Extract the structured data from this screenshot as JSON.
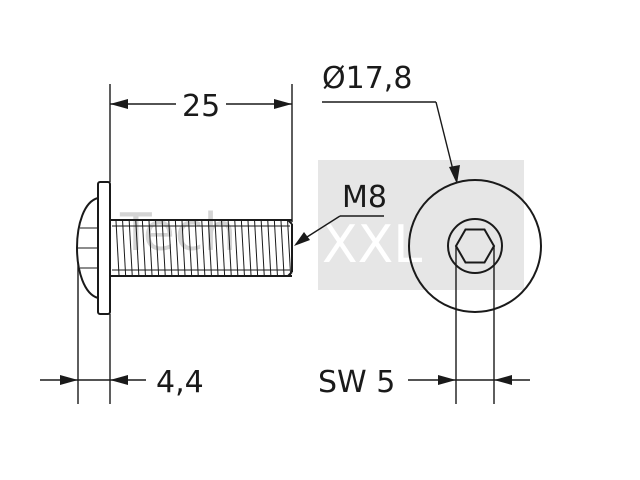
{
  "watermark": {
    "prefix": "Tech",
    "suffix": "XXL"
  },
  "dimensions": {
    "length": "25",
    "diameter": "Ø17,8",
    "thread": "M8",
    "head_height": "4,4",
    "drive_size": "SW 5"
  }
}
